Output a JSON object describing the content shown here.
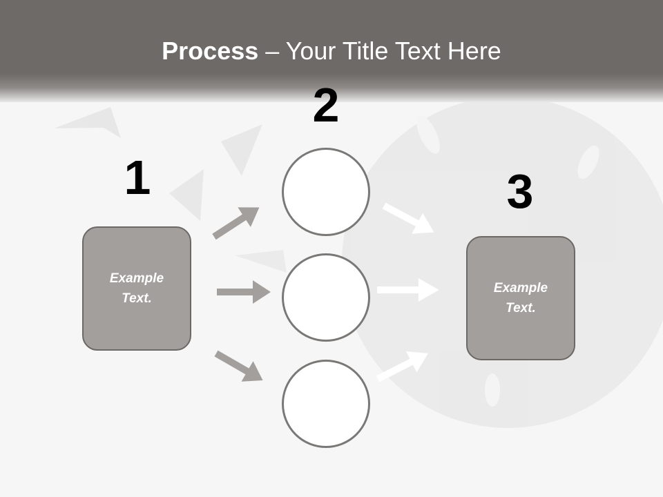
{
  "slide": {
    "title_bold": "Process",
    "title_rest": " – Your Title Text Here"
  },
  "steps": [
    {
      "number": "1"
    },
    {
      "number": "2"
    },
    {
      "number": "3"
    }
  ],
  "boxes": [
    {
      "text": "Example Text."
    },
    {
      "text": "Example Text."
    }
  ],
  "colors": {
    "header": "#6e6a67",
    "box_fill": "#a39f9c",
    "box_border": "#6b6866",
    "left_arrow": "#a39f9c",
    "right_arrow": "#ffffff",
    "circle_border": "#7a7876"
  }
}
